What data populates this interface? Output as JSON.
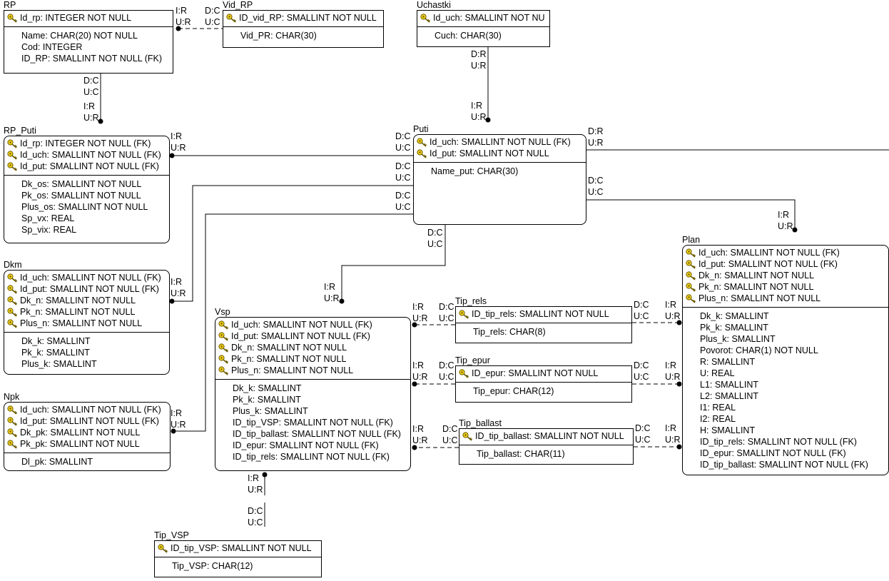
{
  "entities": {
    "rp": {
      "title": "RP",
      "pk": [
        "Id_rp: INTEGER NOT NULL"
      ],
      "attrs": [
        "Name: CHAR(20) NOT NULL",
        "Cod: INTEGER",
        "ID_RP: SMALLINT NOT NULL (FK)"
      ]
    },
    "vid_rp": {
      "title": "Vid_RP",
      "pk": [
        "ID_vid_RP: SMALLINT NOT NULL"
      ],
      "attrs": [
        "Vid_PR: CHAR(30)"
      ]
    },
    "uchastki": {
      "title": "Uchastki",
      "pk": [
        "Id_uch: SMALLINT NOT NU"
      ],
      "attrs": [
        "Cuch: CHAR(30)"
      ]
    },
    "rp_puti": {
      "title": "RP_Puti",
      "pk": [
        "Id_rp: INTEGER NOT NULL (FK)",
        "Id_uch: SMALLINT NOT NULL (FK)",
        "Id_put: SMALLINT NOT NULL (FK)"
      ],
      "attrs": [
        "Dk_os: SMALLINT NOT NULL",
        "Pk_os: SMALLINT NOT NULL",
        "Plus_os: SMALLINT NOT NULL",
        "Sp_vx: REAL",
        "Sp_vix: REAL"
      ]
    },
    "puti": {
      "title": "Puti",
      "pk": [
        "Id_uch: SMALLINT NOT NULL (FK)",
        "Id_put: SMALLINT NOT NULL"
      ],
      "attrs": [
        "Name_put: CHAR(30)"
      ]
    },
    "dkm": {
      "title": "Dkm",
      "pk": [
        "Id_uch: SMALLINT NOT NULL (FK)",
        "Id_put: SMALLINT NOT NULL (FK)",
        "Dk_n: SMALLINT NOT NULL",
        "Pk_n: SMALLINT NOT NULL",
        "Plus_n: SMALLINT NOT NULL"
      ],
      "attrs": [
        "Dk_k: SMALLINT",
        "Pk_k: SMALLINT",
        "Plus_k: SMALLINT"
      ]
    },
    "npk": {
      "title": "Npk",
      "pk": [
        "Id_uch: SMALLINT NOT NULL (FK)",
        "Id_put: SMALLINT NOT NULL (FK)",
        "Dk_pk: SMALLINT NOT NULL",
        "Pk_pk: SMALLINT NOT NULL"
      ],
      "attrs": [
        "Dl_pk: SMALLINT"
      ]
    },
    "vsp": {
      "title": "Vsp",
      "pk": [
        "Id_uch: SMALLINT NOT NULL (FK)",
        "Id_put: SMALLINT NOT NULL (FK)",
        "Dk_n: SMALLINT NOT NULL",
        "Pk_n: SMALLINT NOT NULL",
        "Plus_n: SMALLINT NOT NULL"
      ],
      "attrs": [
        "Dk_k: SMALLINT",
        "Pk_k: SMALLINT",
        "Plus_k: SMALLINT",
        "ID_tip_VSP: SMALLINT NOT NULL (FK)",
        "ID_tip_ballast: SMALLINT NOT NULL (FK)",
        "ID_epur: SMALLINT NOT NULL (FK)",
        "ID_tip_rels: SMALLINT NOT NULL (FK)"
      ]
    },
    "tip_rels": {
      "title": "Tip_rels",
      "pk": [
        "ID_tip_rels: SMALLINT NOT NULL"
      ],
      "attrs": [
        "Tip_rels: CHAR(8)"
      ]
    },
    "tip_epur": {
      "title": "Tip_epur",
      "pk": [
        "ID_epur: SMALLINT NOT NULL"
      ],
      "attrs": [
        "Tip_epur: CHAR(12)"
      ]
    },
    "tip_ballast": {
      "title": "Tip_ballast",
      "pk": [
        "ID_tip_ballast: SMALLINT NOT NULL"
      ],
      "attrs": [
        "Tip_ballast: CHAR(11)"
      ]
    },
    "plan": {
      "title": "Plan",
      "pk": [
        "Id_uch: SMALLINT NOT NULL (FK)",
        "Id_put: SMALLINT NOT NULL (FK)",
        "Dk_n: SMALLINT NOT NULL",
        "Pk_n: SMALLINT NOT NULL",
        "Plus_n: SMALLINT NOT NULL"
      ],
      "attrs": [
        "Dk_k: SMALLINT",
        "Pk_k: SMALLINT",
        "Plus_k: SMALLINT",
        "Povorot: CHAR(1) NOT NULL",
        "R: SMALLINT",
        "U: REAL",
        "L1: SMALLINT",
        "L2: SMALLINT",
        "I1: REAL",
        "I2: REAL",
        "H: SMALLINT",
        "ID_tip_rels: SMALLINT NOT NULL (FK)",
        "ID_epur: SMALLINT NOT NULL (FK)",
        "ID_tip_ballast: SMALLINT NOT NULL (FK)"
      ]
    },
    "tip_vsp": {
      "title": "Tip_VSP",
      "pk": [
        "ID_tip_VSP: SMALLINT NOT NULL"
      ],
      "attrs": [
        "Tip_VSP: CHAR(12)"
      ]
    }
  },
  "labels": {
    "ir": "I:R",
    "ur": "U:R",
    "dc": "D:C",
    "uc": "U:C",
    "dr": "D:R"
  },
  "icons": {
    "key": "key-icon"
  }
}
